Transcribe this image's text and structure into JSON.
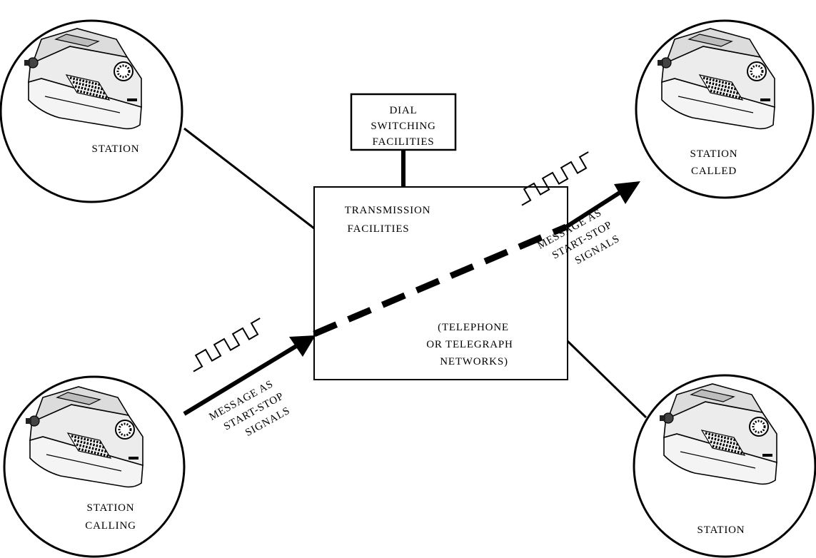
{
  "stations": {
    "top_left": {
      "label": "STATION"
    },
    "top_right": {
      "label_line1": "STATION",
      "label_line2": "CALLED"
    },
    "bottom_left": {
      "label_line1": "STATION",
      "label_line2": "CALLING"
    },
    "bottom_right": {
      "label": "STATION"
    }
  },
  "dial_box": {
    "line1": "DIAL",
    "line2": "SWITCHING",
    "line3": "FACILITIES"
  },
  "transmission_box": {
    "title_line1": "TRANSMISSION",
    "title_line2": "FACILITIES",
    "note_line1": "(TELEPHONE",
    "note_line2": "OR TELEGRAPH",
    "note_line3": "NETWORKS)"
  },
  "signal_labels": {
    "outgoing": {
      "line1": "MESSAGE AS",
      "line2": "START-STOP",
      "line3": "SIGNALS"
    },
    "incoming": {
      "line1": "MESSAGE AS",
      "line2": "START-STOP",
      "line3": "SIGNALS"
    }
  },
  "icons": {
    "station_device": "teleprinter-icon",
    "signal": "square-wave-icon"
  },
  "colors": {
    "ink": "#000000",
    "background": "#ffffff"
  }
}
